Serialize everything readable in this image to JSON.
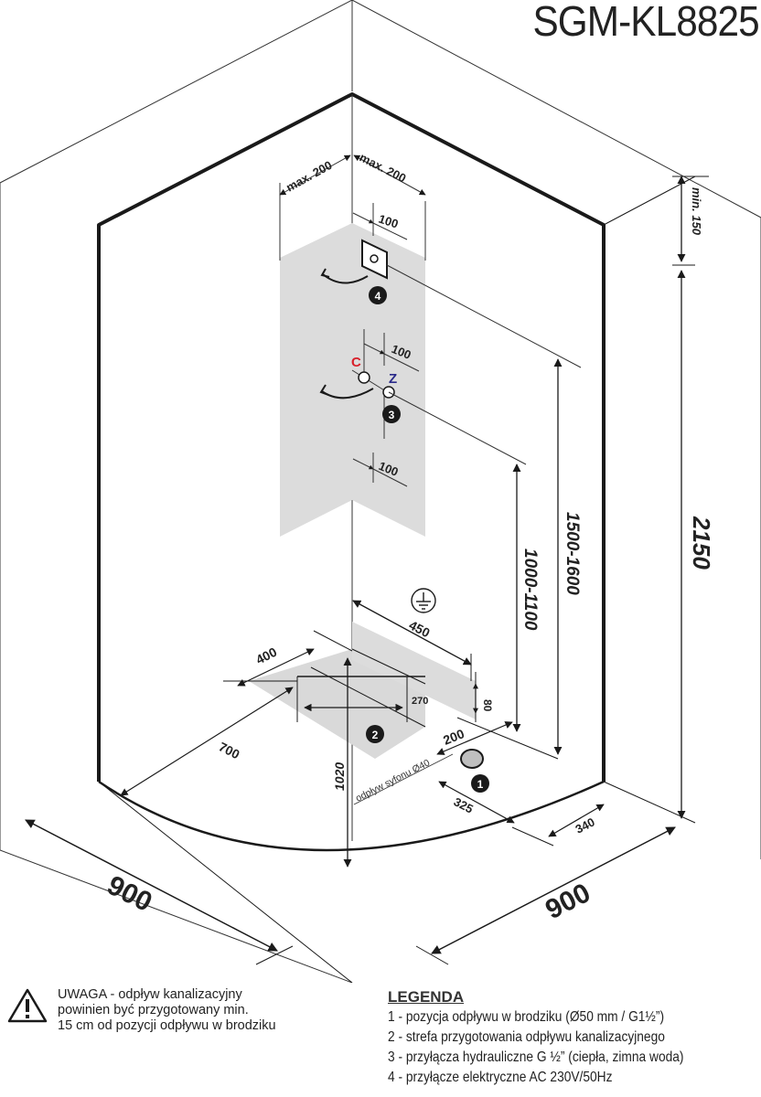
{
  "title": "SGM-KL8825",
  "dimensions": {
    "max_left": "max. 200",
    "max_right": "max. 200",
    "min_150": "min. 150",
    "h100_a": "100",
    "h100_b": "100",
    "h100_c": "100",
    "height_2150": "2150",
    "range_1500": "1500-1600",
    "range_1000": "1000-1100",
    "w450": "450",
    "d400": "400",
    "w270": "270",
    "d80": "80",
    "d200": "200",
    "d700": "700",
    "d1020": "1020",
    "d325": "325",
    "d340": "340",
    "base_left": "900",
    "base_right": "900",
    "syphon": "odpływ syfonu Ø40"
  },
  "markers": {
    "m1": "1",
    "m2": "2",
    "m3": "3",
    "m4": "4",
    "cold_hot_c": "C",
    "cold_hot_z": "Z"
  },
  "colors": {
    "hot": "#d8202a",
    "cold": "#2a2a8a",
    "zone": "#d9d9d9"
  },
  "warning": {
    "line1": "UWAGA - odpływ kanalizacyjny",
    "line2": "powinien być przygotowany min.",
    "line3": "15 cm od pozycji odpływu w brodziku"
  },
  "legend": {
    "title": "LEGENDA",
    "items": [
      "1 - pozycja odpływu w brodziku (Ø50 mm / G1½”)",
      "2 - strefa przygotowania odpływu kanalizacyjnego",
      "3 - przyłącza hydrauliczne G ½” (ciepła, zimna woda)",
      "4 - przyłącze elektryczne AC 230V/50Hz"
    ]
  }
}
